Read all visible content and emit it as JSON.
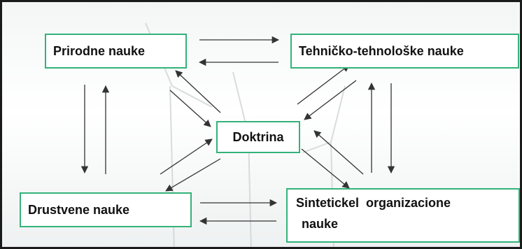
{
  "nodes": {
    "prirodne": "Prirodne nauke",
    "tehnicko": "Tehničko-tehnološke nauke",
    "doktrina": "Doktrina",
    "drustvene": "Drustvene nauke",
    "sinteticke_line1": "Sintetickel  organizacione",
    "sinteticke_line2": "nauke"
  },
  "colors": {
    "node_border": "#34b27a",
    "arrow": "#333333",
    "frame": "#1a1a1a"
  },
  "relations": [
    {
      "from": "Prirodne nauke",
      "to": "Tehničko-tehnološke nauke"
    },
    {
      "from": "Tehničko-tehnološke nauke",
      "to": "Prirodne nauke"
    },
    {
      "from": "Prirodne nauke",
      "to": "Drustvene nauke"
    },
    {
      "from": "Drustvene nauke",
      "to": "Prirodne nauke"
    },
    {
      "from": "Tehničko-tehnološke nauke",
      "to": "Sintetickel  organizacione nauke"
    },
    {
      "from": "Sintetickel  organizacione nauke",
      "to": "Tehničko-tehnološke nauke"
    },
    {
      "from": "Drustvene nauke",
      "to": "Sintetickel  organizacione nauke"
    },
    {
      "from": "Sintetickel  organizacione nauke",
      "to": "Drustvene nauke"
    },
    {
      "from": "Prirodne nauke",
      "to": "Doktrina"
    },
    {
      "from": "Doktrina",
      "to": "Prirodne nauke"
    },
    {
      "from": "Tehničko-tehnološke nauke",
      "to": "Doktrina"
    },
    {
      "from": "Doktrina",
      "to": "Tehničko-tehnološke nauke"
    },
    {
      "from": "Drustvene nauke",
      "to": "Doktrina"
    },
    {
      "from": "Doktrina",
      "to": "Drustvene nauke"
    },
    {
      "from": "Sintetickel  organizacione nauke",
      "to": "Doktrina"
    },
    {
      "from": "Doktrina",
      "to": "Sintetickel  organizacione nauke"
    }
  ]
}
